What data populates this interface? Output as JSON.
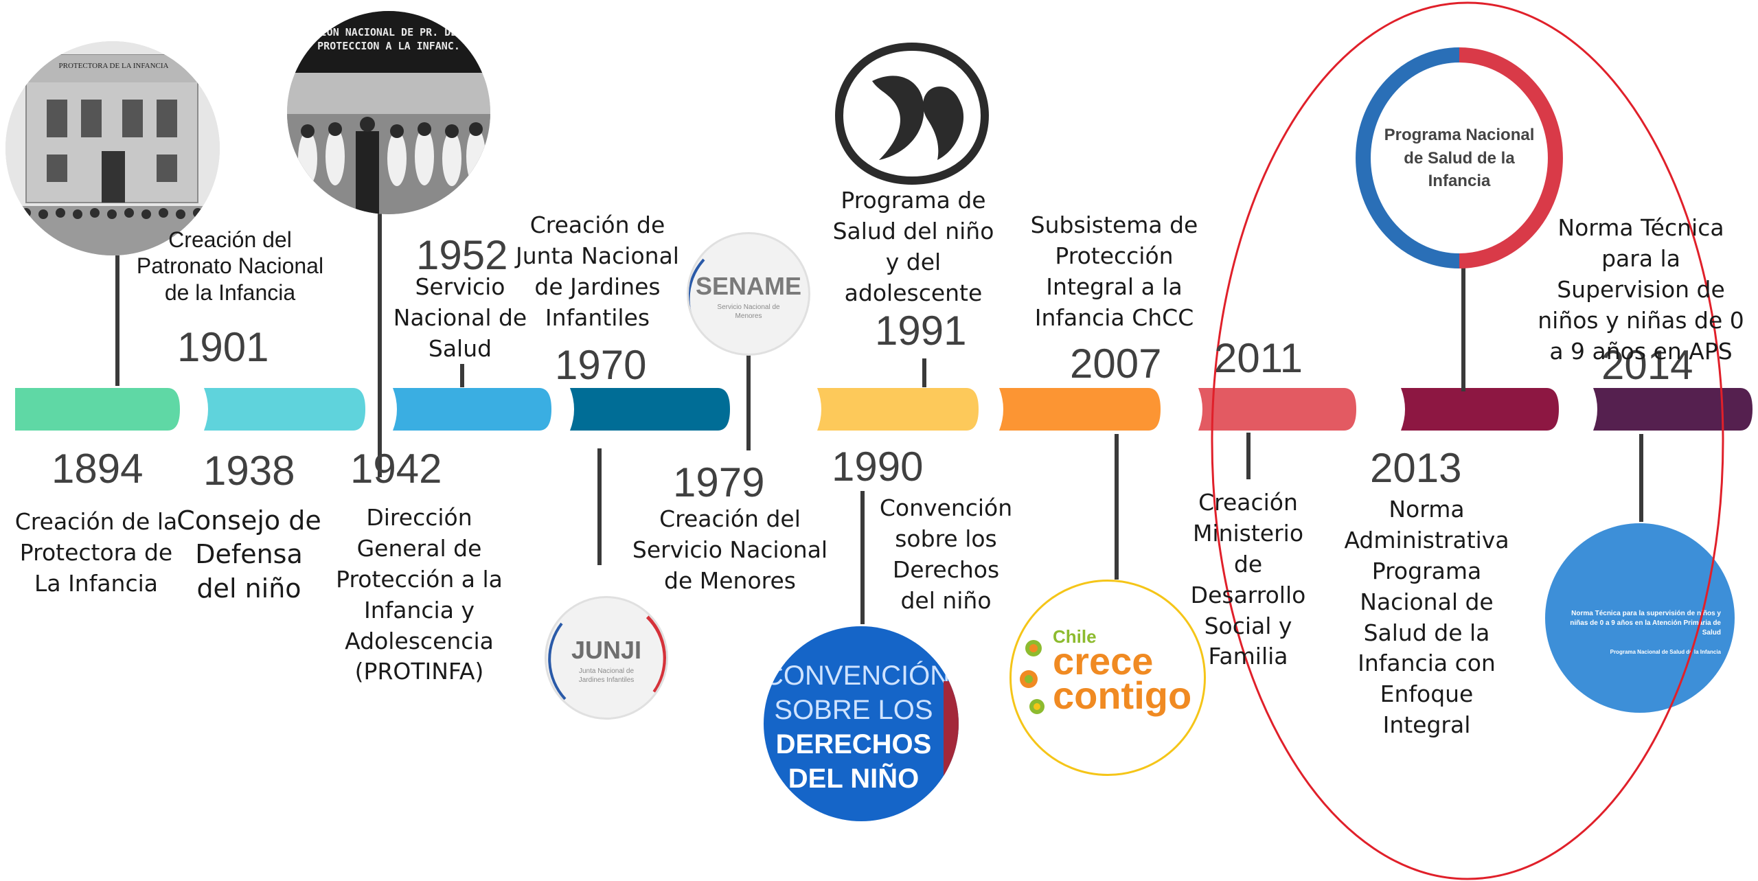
{
  "timeline": {
    "segment_colors": [
      "#5fd8a5",
      "#5fd3dc",
      "#3aaee2",
      "#006d96",
      "#fdc95a",
      "#fc9533",
      "#e35a62",
      "#8d1742",
      "#55204f"
    ],
    "events": [
      {
        "year": "1894",
        "text": "Creación de la Protectora de La Infancia"
      },
      {
        "year": "1901",
        "text": "Creación del Patronato Nacional de la Infancia"
      },
      {
        "year": "1938",
        "text": "Consejo de Defensa del niño"
      },
      {
        "year": "1942",
        "text": "Dirección General de Protección a la Infancia y Adolescencia (PROTINFA)"
      },
      {
        "year": "1952",
        "text": "Servicio Nacional de Salud"
      },
      {
        "year": "1970",
        "text": "Creación de Junta Nacional de Jardines Infantiles"
      },
      {
        "year": "1979",
        "text": "Creación del Servicio Nacional de Menores"
      },
      {
        "year": "1990",
        "text": "Convención sobre los Derechos del niño"
      },
      {
        "year": "1991",
        "text": "Programa de Salud del niño y del adolescente"
      },
      {
        "year": "2007",
        "text": "Subsistema de Protección Integral a la Infancia ChCC"
      },
      {
        "year": "2011",
        "text": "Creación Ministerio de Desarrollo Social y Familia"
      },
      {
        "year": "2013",
        "text": "Norma Administrativa Programa Nacional de Salud de la Infancia con Enfoque Integral"
      },
      {
        "year": "2014",
        "text": "Norma Técnica para la Supervision de niños y niñas de 0 a 9 años en APS"
      }
    ]
  },
  "images": {
    "protectora_sign": "PROTECTORA DE LA INFANCIA",
    "protinfa_banner": "ION NACIONAL DE PR. DE PROTECCION A LA INFANC.",
    "sename_title": "SENAME",
    "sename_sub": "Servicio Nacional de Menores",
    "junji_title": "JUNJI",
    "junji_sub": "Junta Nacional de Jardines Infantiles",
    "convencion_l1": "CONVENCIÓN",
    "convencion_l2": "SOBRE LOS",
    "convencion_l3": "DERECHOS",
    "convencion_l4": "DEL NIÑO",
    "chcc_chile": "Chile",
    "chcc_crece": "crece",
    "chcc_contigo": "contigo",
    "pnsi_text": "Programa Nacional de Salud de la Infancia",
    "norma_cover_title": "Norma Técnica para la supervisión de niños y niñas de 0 a 9 años en la Atención Primaria de Salud",
    "norma_cover_sub": "Programa Nacional de Salud de la Infancia"
  },
  "colors": {
    "highlight_ellipse": "#e0202a",
    "line": "#3a3a3a",
    "sename_accent": "#d5323a",
    "convencion_bg": "#1565c8",
    "pnsi_blue": "#2a6fb7",
    "pnsi_red": "#d93a48",
    "chcc_orange": "#f08a22",
    "chcc_green": "#8dbb2f",
    "norma_blue": "#3d8fd8"
  }
}
